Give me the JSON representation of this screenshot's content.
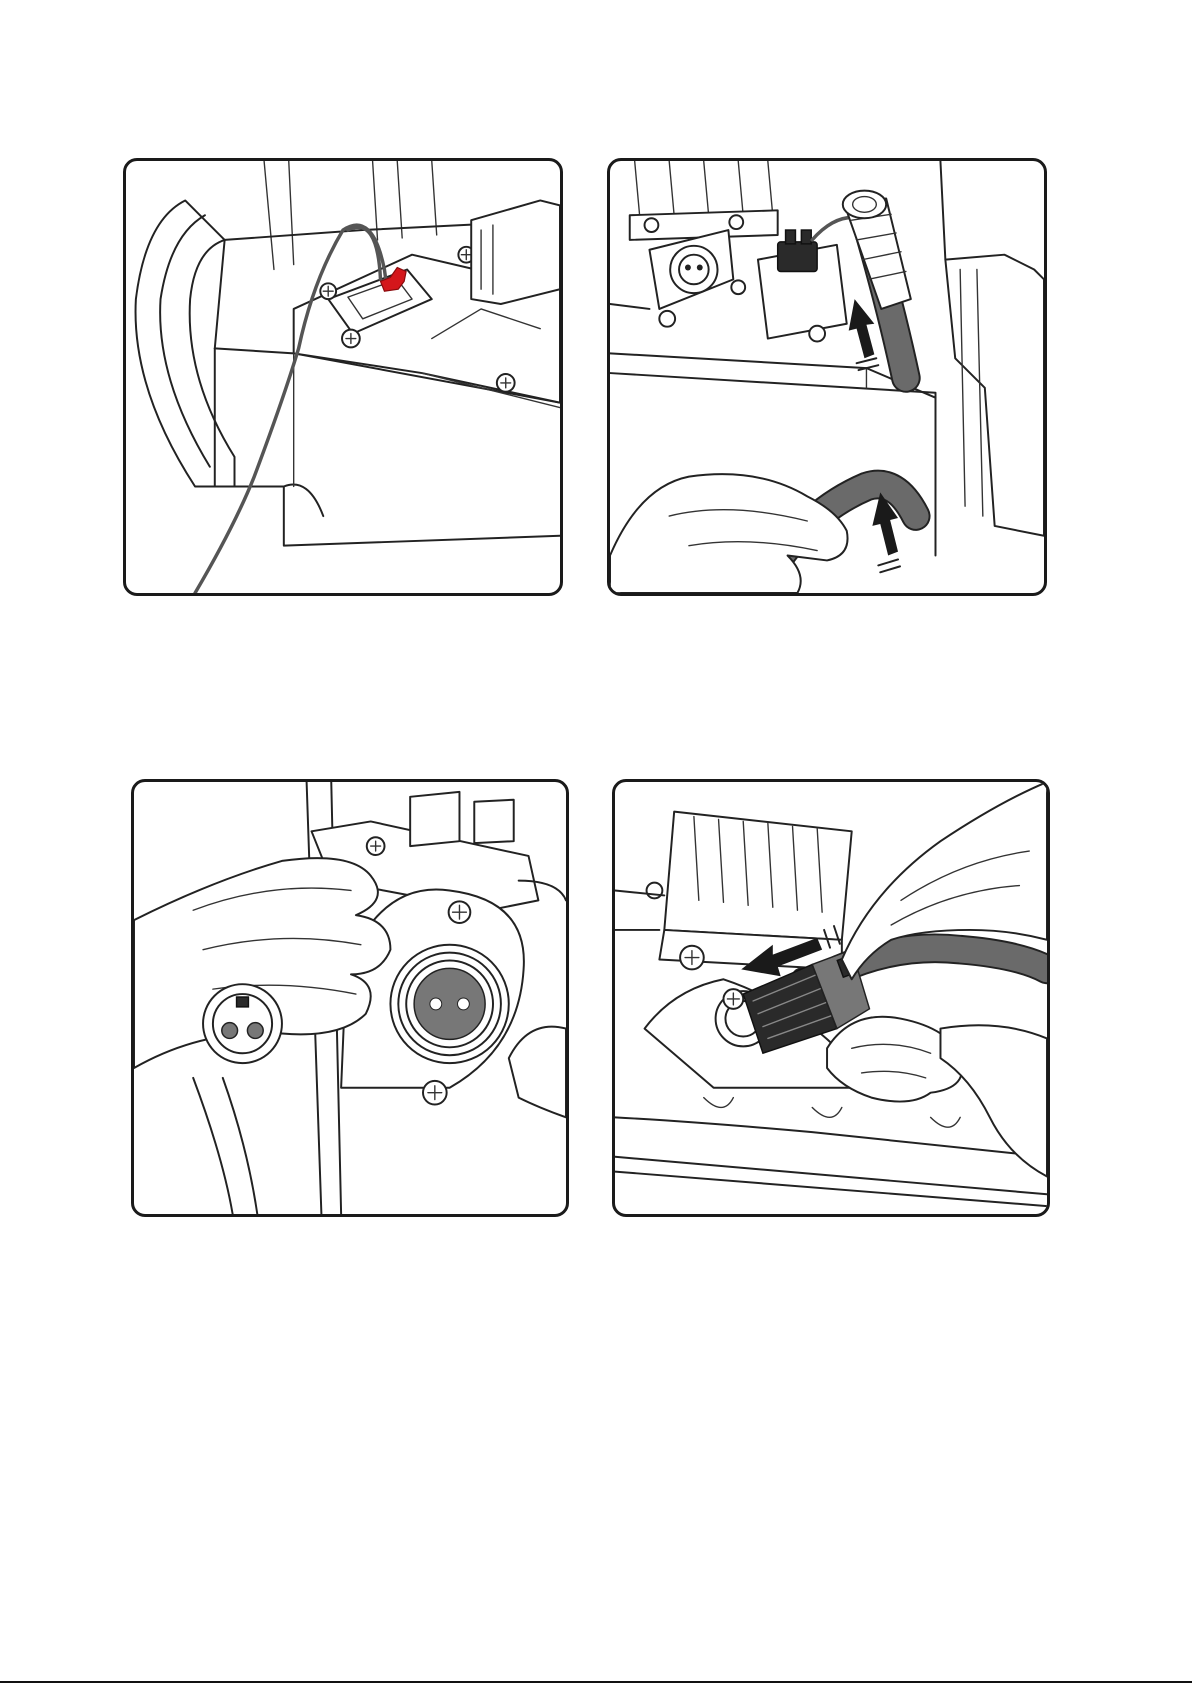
{
  "page": {
    "background": "#ffffff",
    "border_color": "#1a1a1a",
    "accent_red": "#d4161b"
  },
  "panels": [
    {
      "id": "panel-1",
      "depicts": "battery-compartment-wire-with-red-connector"
    },
    {
      "id": "panel-2",
      "depicts": "cable-routed-upward-through-housing"
    },
    {
      "id": "panel-3",
      "depicts": "two-pin-socket-and-plug-alignment"
    },
    {
      "id": "panel-4",
      "depicts": "cable-plug-inserted-into-socket"
    }
  ]
}
